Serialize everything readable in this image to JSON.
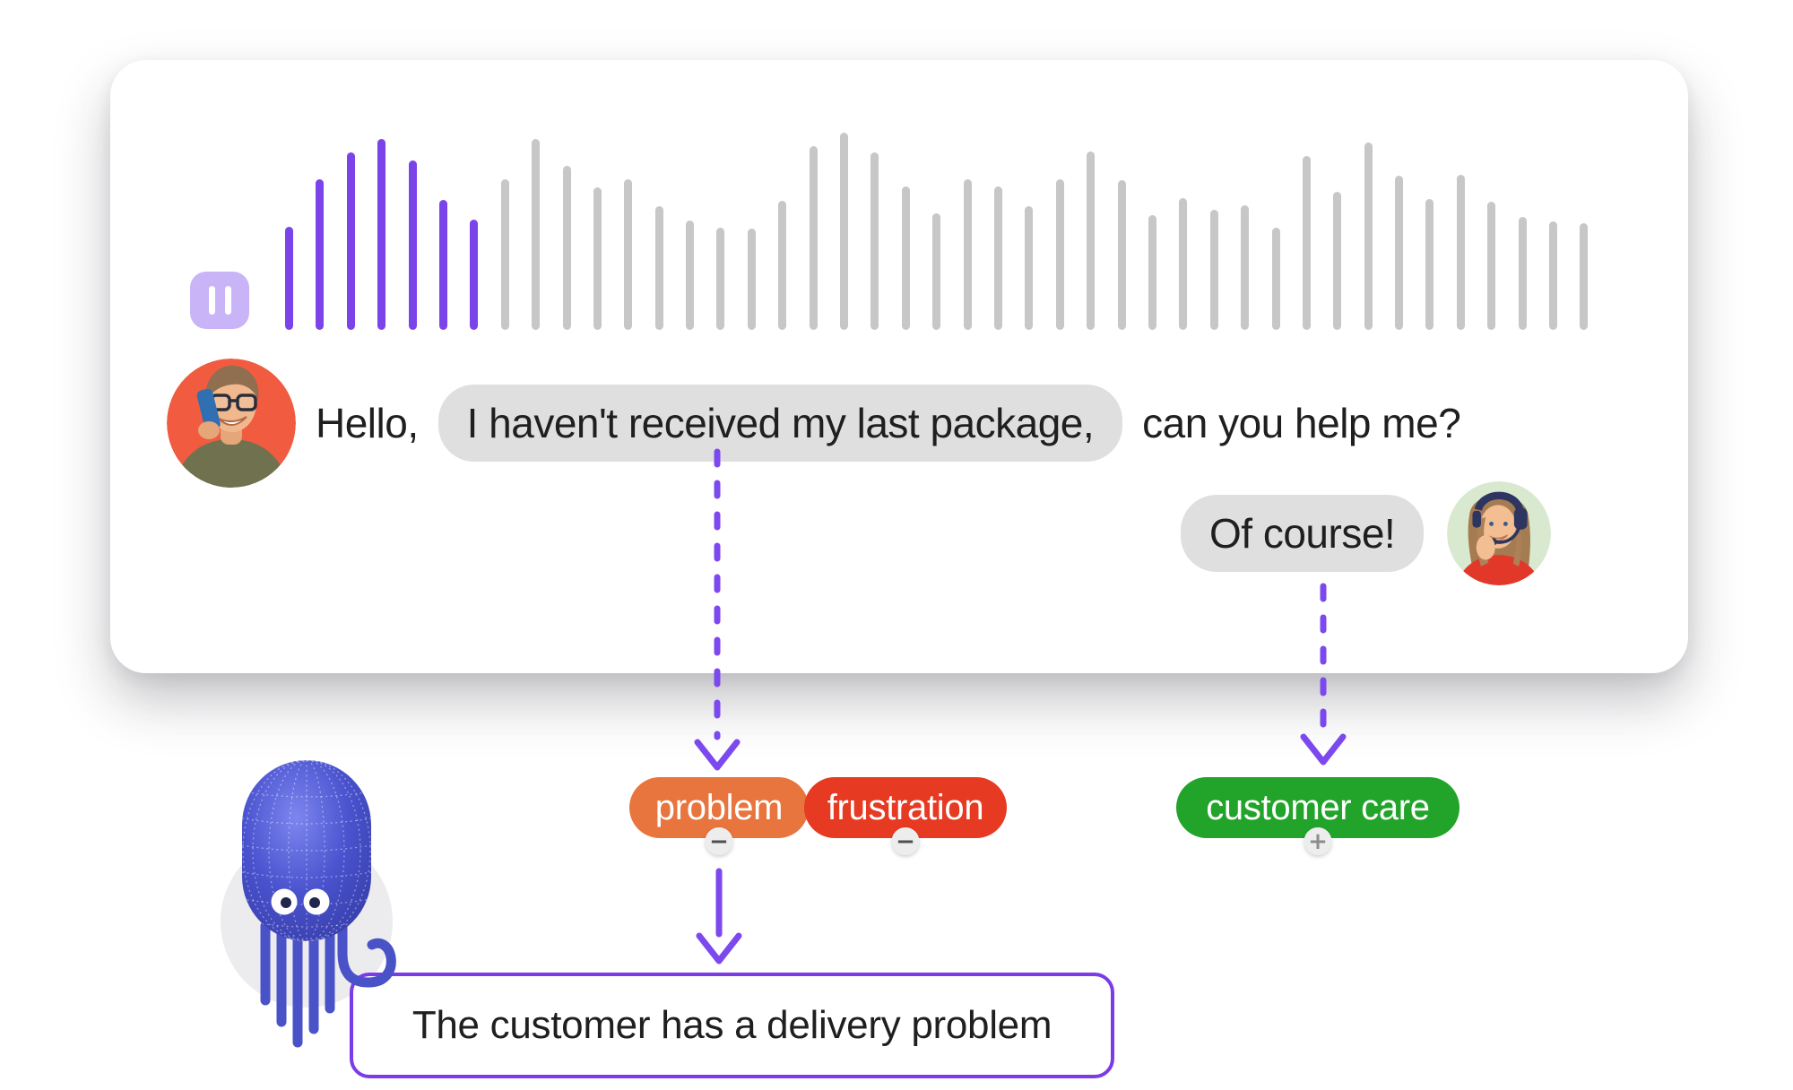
{
  "colors": {
    "accent": "#7C49EE",
    "accent2": "#7C3BE8",
    "pause_bg": "#C8B4F7",
    "pill_bg": "#DFDFDF",
    "text": "#1F1F1F",
    "customer_avatar_bg": "#F15B40",
    "agent_avatar_bg": "#D9E9CF"
  },
  "player": {
    "pause_button": {
      "icon": "pause-icon"
    },
    "waveform": {
      "played_color": "#7B44E9",
      "remaining_color": "#C7C7C7",
      "played": [
        115,
        168,
        198,
        213,
        189,
        145,
        123
      ],
      "remaining": [
        168,
        213,
        183,
        159,
        168,
        138,
        122,
        114,
        113,
        144,
        205,
        220,
        198,
        160,
        130,
        168,
        160,
        138,
        168,
        199,
        167,
        128,
        147,
        134,
        139,
        114,
        194,
        154,
        209,
        172,
        146,
        173,
        143,
        126,
        121,
        119
      ]
    }
  },
  "transcript": {
    "customer": {
      "greeting": "Hello,",
      "highlighted": "I haven't received my last package,",
      "question": "can you help me?"
    },
    "agent": {
      "reply": "Of course!"
    }
  },
  "tags": {
    "problem": {
      "label": "problem",
      "color": "#E8743E",
      "badge": "−",
      "badge_color": "#4F4F4F"
    },
    "frustration": {
      "label": "frustration",
      "color": "#E73A22",
      "badge": "−",
      "badge_color": "#4F4F4F"
    },
    "customer_care": {
      "label": "customer care",
      "color": "#22A42A",
      "badge": "+",
      "badge_color": "#8C8C8C"
    }
  },
  "summary": {
    "text": "The customer has a delivery problem"
  }
}
